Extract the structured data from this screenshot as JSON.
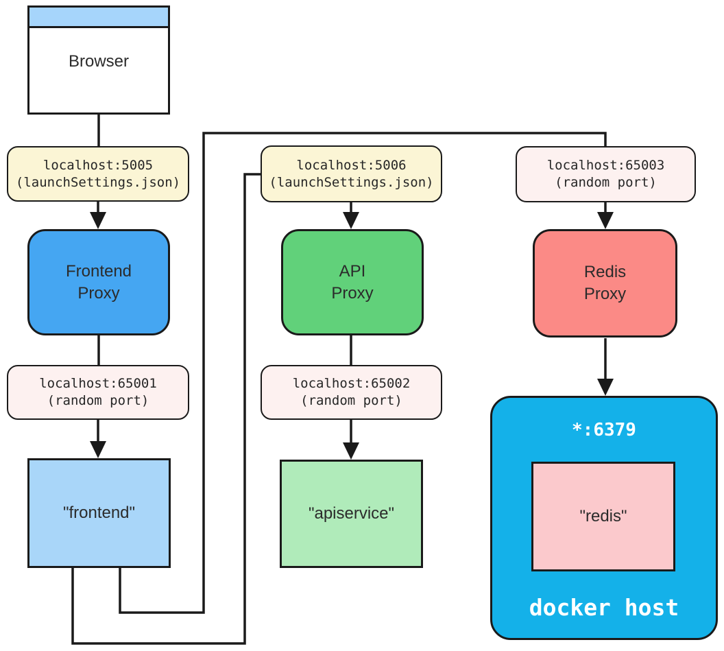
{
  "diagram": {
    "browser": {
      "title": "Browser"
    },
    "edge_labels": {
      "p5005": {
        "line1": "localhost:5005",
        "line2": "(launchSettings.json)"
      },
      "p5006": {
        "line1": "localhost:5006",
        "line2": "(launchSettings.json)"
      },
      "p65001": {
        "line1": "localhost:65001",
        "line2": "(random port)"
      },
      "p65002": {
        "line1": "localhost:65002",
        "line2": "(random port)"
      },
      "p65003": {
        "line1": "localhost:65003",
        "line2": "(random port)"
      }
    },
    "proxies": {
      "frontend": {
        "line1": "Frontend",
        "line2": "Proxy"
      },
      "api": {
        "line1": "API",
        "line2": "Proxy"
      },
      "redis": {
        "line1": "Redis",
        "line2": "Proxy"
      }
    },
    "services": {
      "frontend": {
        "label": "\"frontend\""
      },
      "apiservice": {
        "label": "\"apiservice\""
      },
      "redis": {
        "label": "\"redis\""
      }
    },
    "docker_host": {
      "port": "*:6379",
      "label": "docker host"
    }
  },
  "colors": {
    "stroke": "#1a1a1a",
    "browser_titlebar": "#a6d5fb",
    "port_config_fill": "#fbf5d5",
    "port_random_fill": "#fdf1f0",
    "frontend_proxy": "#45a6f2",
    "api_proxy": "#61d17a",
    "redis_proxy": "#fb8a86",
    "frontend_service": "#a9d6f9",
    "apiservice_service": "#b0ebba",
    "redis_service": "#fbc9cc",
    "docker_host": "#14b1e9"
  }
}
